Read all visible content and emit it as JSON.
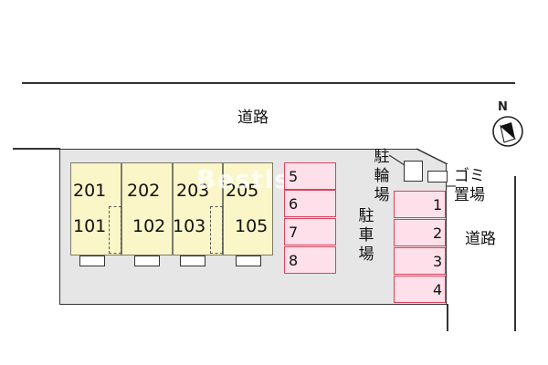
{
  "road_top": "道路",
  "road_right": "道路",
  "compass": {
    "letter": "N"
  },
  "watermark": "Bestlsise",
  "units": {
    "upper": [
      "201",
      "202",
      "203",
      "205"
    ],
    "lower": [
      "101",
      "102",
      "103",
      "105"
    ]
  },
  "parking_left": [
    "5",
    "6",
    "7",
    "8"
  ],
  "parking_right": [
    "1",
    "2",
    "3",
    "4"
  ],
  "parking_label": "駐車場",
  "bicycle_label": "駐輪場",
  "garbage_label": {
    "line1": "ゴミ",
    "line2": "置場"
  }
}
